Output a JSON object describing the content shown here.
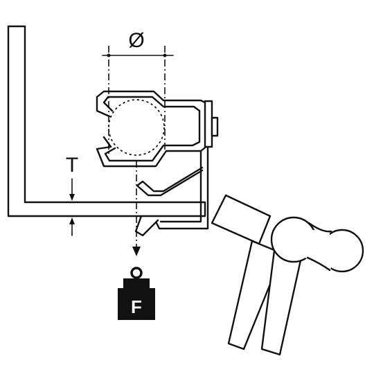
{
  "labels": {
    "diameter": "Ø",
    "thickness": "T",
    "force": "F"
  },
  "icons": [
    "clip-fastener",
    "pipe-section",
    "hammer-icon",
    "weight-icon"
  ],
  "colors": {
    "ink": "#111111",
    "background": "#ffffff"
  }
}
